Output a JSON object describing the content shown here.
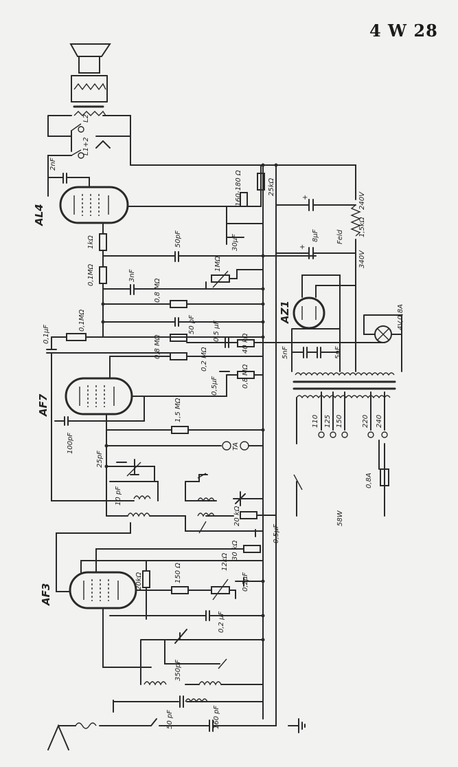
{
  "title": "4 W 28",
  "tubes": [
    "AL4",
    "AF7",
    "AF3",
    "AZ1"
  ],
  "lamp": "4V,0,8A",
  "power": "58W",
  "fuse": "0,8A",
  "mains_taps": [
    "110",
    "125",
    "150",
    "220",
    "240"
  ],
  "voltages": [
    "240V",
    "340V"
  ],
  "field_label": "Feld",
  "field_r": "1,5kΩ",
  "speaker_taps": [
    "L2",
    "L1+2"
  ],
  "c_anode_al4": "2nF",
  "r_grid_al4": "1kΩ",
  "r_grid_leak_al4": "0,1MΩ",
  "r_cathode_al4": "160-180 Ω",
  "c_cathode_al4": "30μF",
  "r_25k": "25kΩ",
  "c_50pf_top": "50pF",
  "c_8uf": "8μF",
  "c_3nf": "3nF",
  "pot_1m": "1MΩ",
  "r_08m_a": "0,8 MΩ",
  "c_50pf_mid": "50 pF",
  "c_05uf_a": "0,5 μF",
  "r_40k": "40 kΩ",
  "r_01m": "0,1MΩ",
  "c_01uf": "0,1μF",
  "r_08m_b": "0,8 MΩ",
  "r_02m": "0,2 MΩ",
  "c_5nf_a": "5nF",
  "c_5nf_b": "5nF",
  "c_05uf_b": "0,5μF",
  "r_08m_c": "0,8 MΩ",
  "r_15m": "1,5 MΩ",
  "c_100pf": "100pF",
  "ta": "TA",
  "c_25pf": "25pF",
  "c_10pf": "10 pF",
  "r_20k": "20 kΩ",
  "c_05uf_c": "0,5μF",
  "r_30k": "30 kΩ",
  "r_20k_b": "20kΩ",
  "r_150": "150 Ω",
  "pot_12k": "12kΩ",
  "c_02uf_a": "0,2μF",
  "c_02uf_b": "0,2 μF",
  "c_350pf": "350pF",
  "c_50pf_ant": "50 pF",
  "c_160pf": "160 pF"
}
